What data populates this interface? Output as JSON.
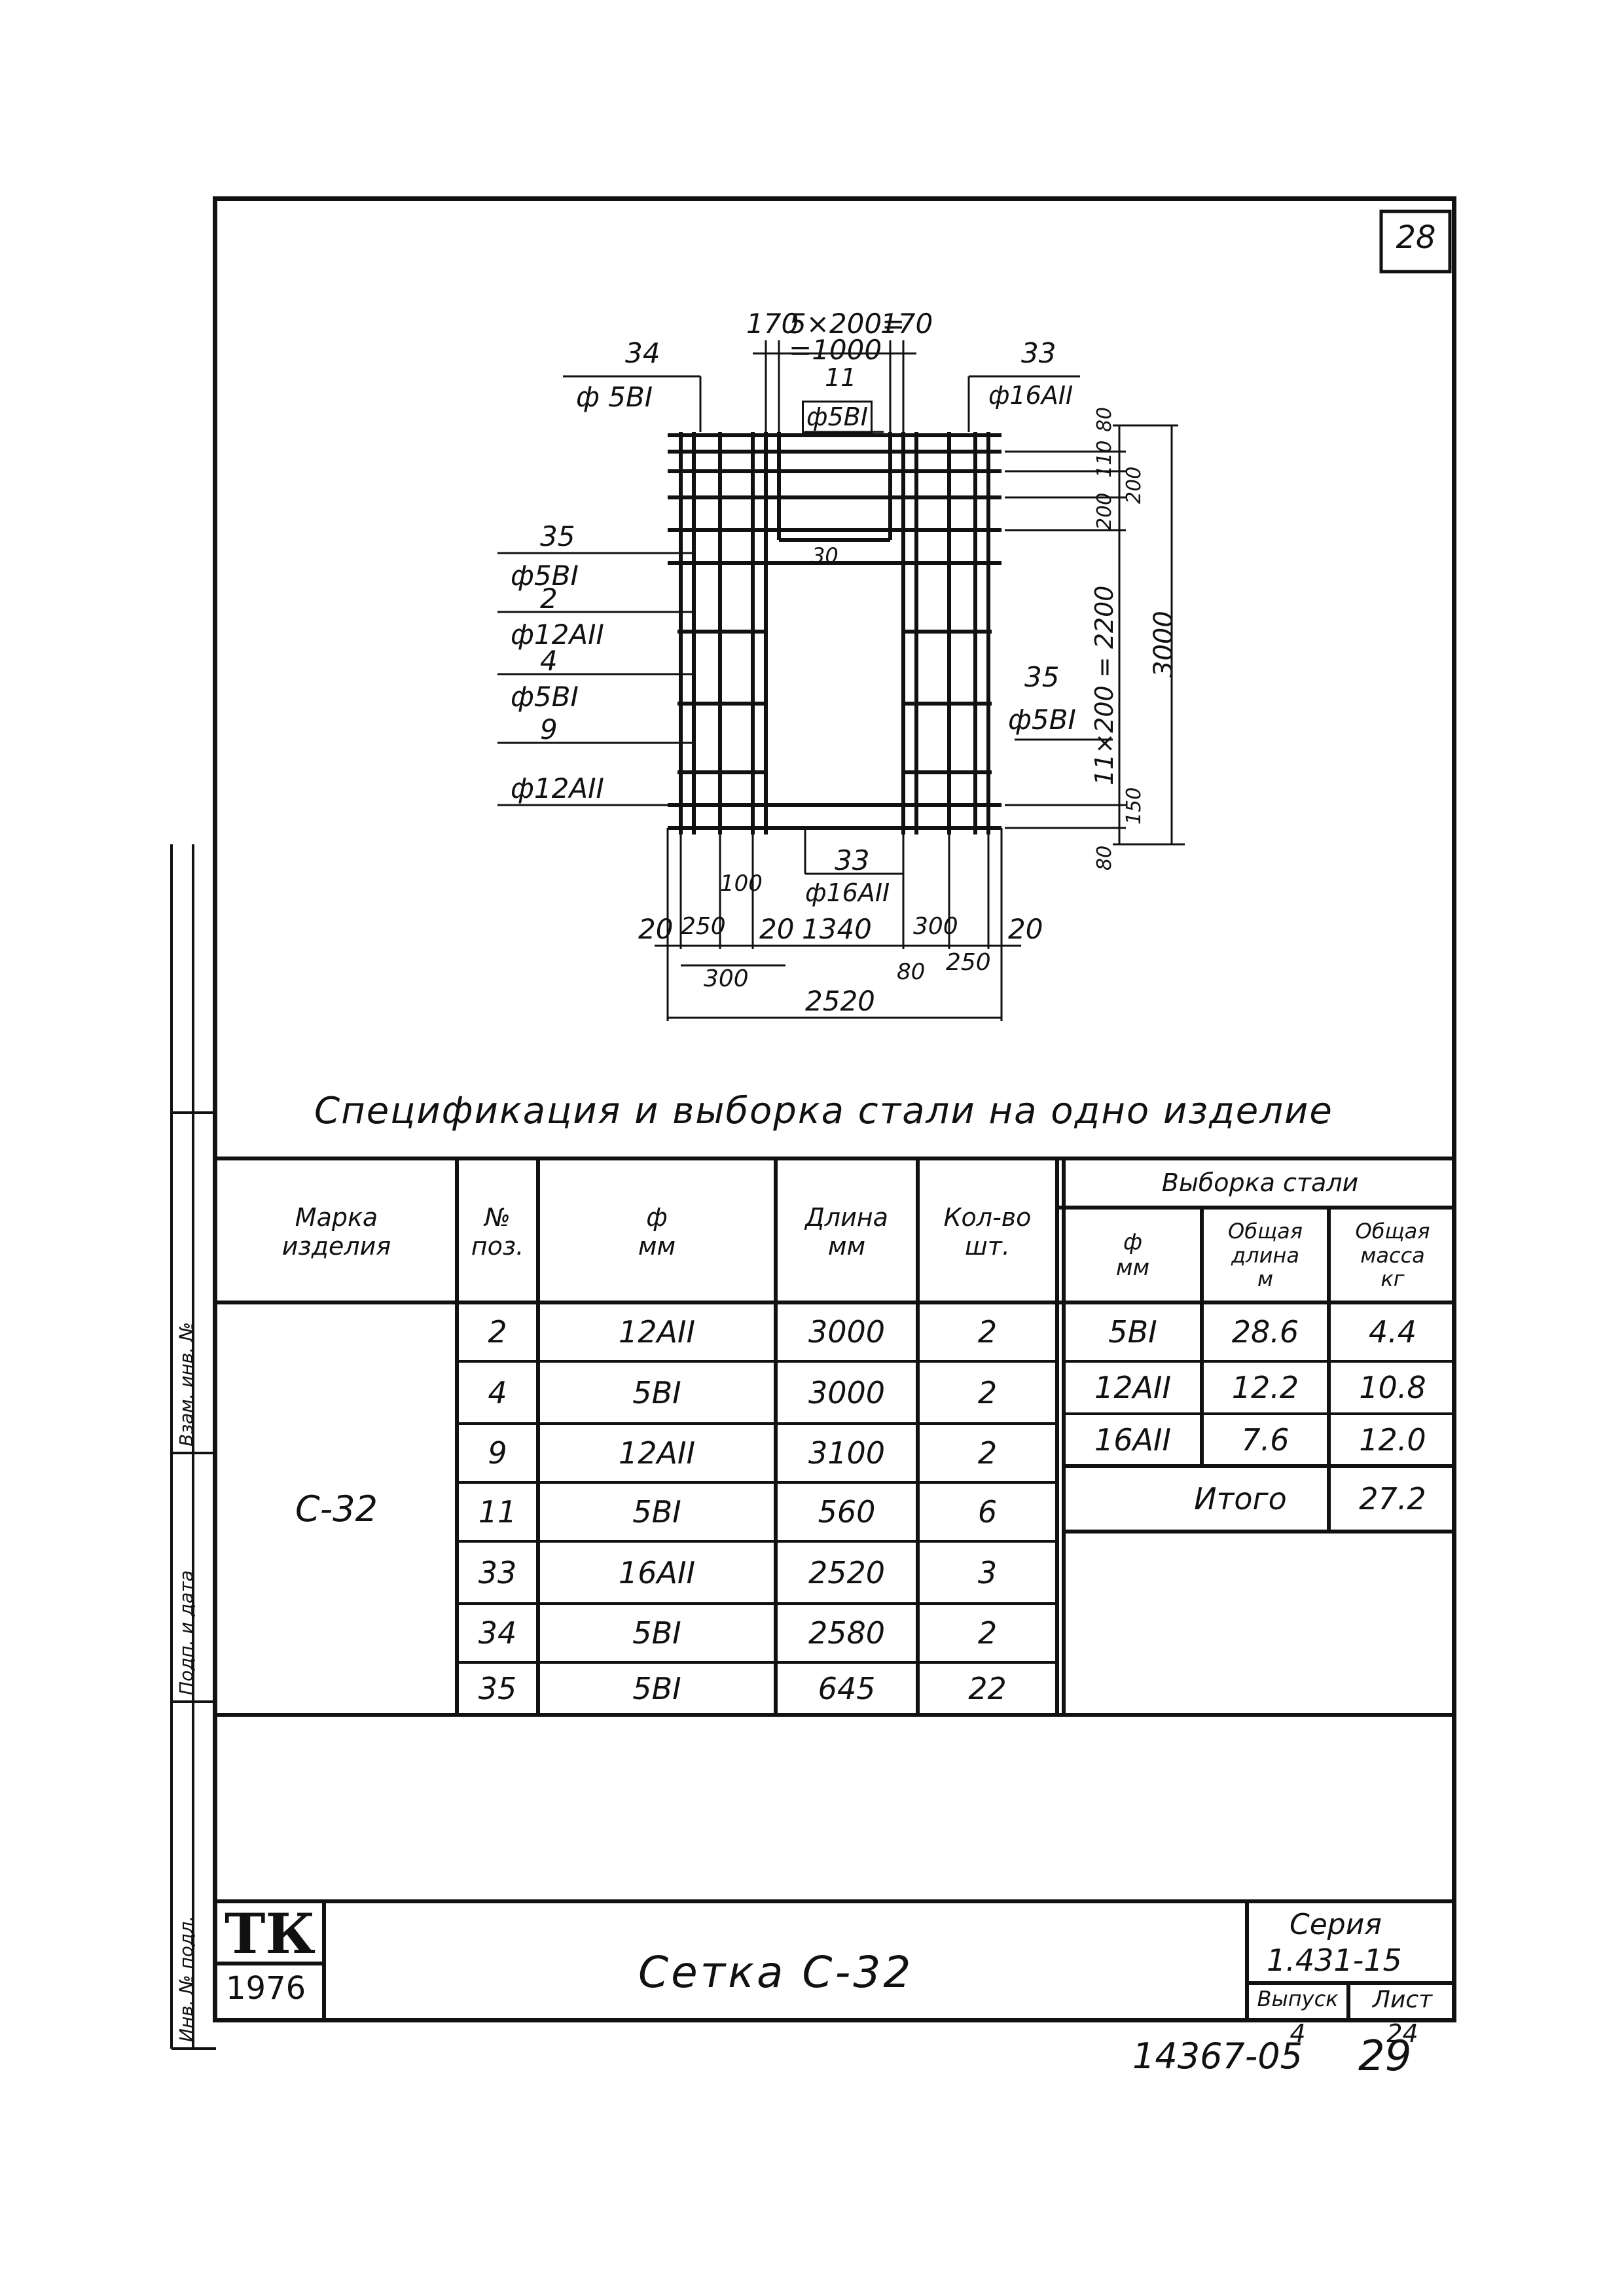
{
  "sheet": {
    "number_box": "28"
  },
  "drawing": {
    "top_dims": {
      "left": "170",
      "mid": "5×200=",
      "right": "170",
      "sum": "=1000"
    },
    "labels": {
      "p34": "34",
      "p34_bar": "ф 5ВI",
      "p11": "11",
      "p11_bar": "ф5ВI",
      "p33_top": "33",
      "p33_top_bar": "ф16АII",
      "p35_left": "35",
      "p35_left_bar": "ф5ВI",
      "p2": "2",
      "p2_bar": "ф12АII",
      "p4": "4",
      "p4_bar": "ф5ВI",
      "p9": "9",
      "p9_bar": "ф12АII",
      "p35_right": "35",
      "p35_right_bar": "ф5ВI",
      "p33_bot": "33",
      "p33_bot_bar": "ф16АII",
      "d30": "30"
    },
    "right_dims": {
      "d80_top": "80",
      "d110": "110",
      "d200a": "200",
      "d200b": "200",
      "d_main": "11×200 = 2200",
      "d3000": "3000",
      "d150": "150",
      "d80_bot": "80"
    },
    "bottom_dims": {
      "d20a": "20",
      "d250a": "250",
      "d100": "100",
      "d20b": "20",
      "d1340": "1340",
      "d300a": "300",
      "d20c": "20",
      "d300b": "300",
      "d80": "80",
      "d250b": "250",
      "d2520": "2520"
    }
  },
  "spec_title": "Спецификация и выборка стали на одно изделие",
  "table": {
    "headers": {
      "mark": "Марка\nизделия",
      "pos": "№\nпоз.",
      "dia": "ф\nмм",
      "length": "Длина\nмм",
      "qty": "Кол-во\nшт.",
      "sel_group": "Выборка стали",
      "sel_dia": "ф\nмм",
      "sel_len": "Общая\nдлина\nм",
      "sel_mass": "Общая\nмасса\nкг"
    },
    "mark": "С-32",
    "rows": [
      {
        "pos": "2",
        "dia": "12АII",
        "length": "3000",
        "qty": "2"
      },
      {
        "pos": "4",
        "dia": "5ВI",
        "length": "3000",
        "qty": "2"
      },
      {
        "pos": "9",
        "dia": "12АII",
        "length": "3100",
        "qty": "2"
      },
      {
        "pos": "11",
        "dia": "5ВI",
        "length": "560",
        "qty": "6"
      },
      {
        "pos": "33",
        "dia": "16АII",
        "length": "2520",
        "qty": "3"
      },
      {
        "pos": "34",
        "dia": "5ВI",
        "length": "2580",
        "qty": "2"
      },
      {
        "pos": "35",
        "dia": "5ВI",
        "length": "645",
        "qty": "22"
      }
    ],
    "selection": [
      {
        "dia": "5ВI",
        "len": "28.6",
        "mass": "4.4"
      },
      {
        "dia": "12АII",
        "len": "12.2",
        "mass": "10.8"
      },
      {
        "dia": "16АII",
        "len": "7.6",
        "mass": "12.0"
      }
    ],
    "total_label": "Итого",
    "total_mass": "27.2"
  },
  "title_block": {
    "logo": "ТК",
    "year": "1976",
    "title": "Сетка С-32",
    "series_label": "Серия",
    "series_value": "1.431-15",
    "issue_label": "Выпуск",
    "sheet_label": "Лист",
    "issue_value": "4",
    "sheet_value": "24"
  },
  "side_stamp": {
    "a": "Инв. № подл.",
    "b": "Подп. и дата",
    "c": "Взам. инв. №"
  },
  "footer": {
    "code": "14367-05",
    "page": "29"
  }
}
